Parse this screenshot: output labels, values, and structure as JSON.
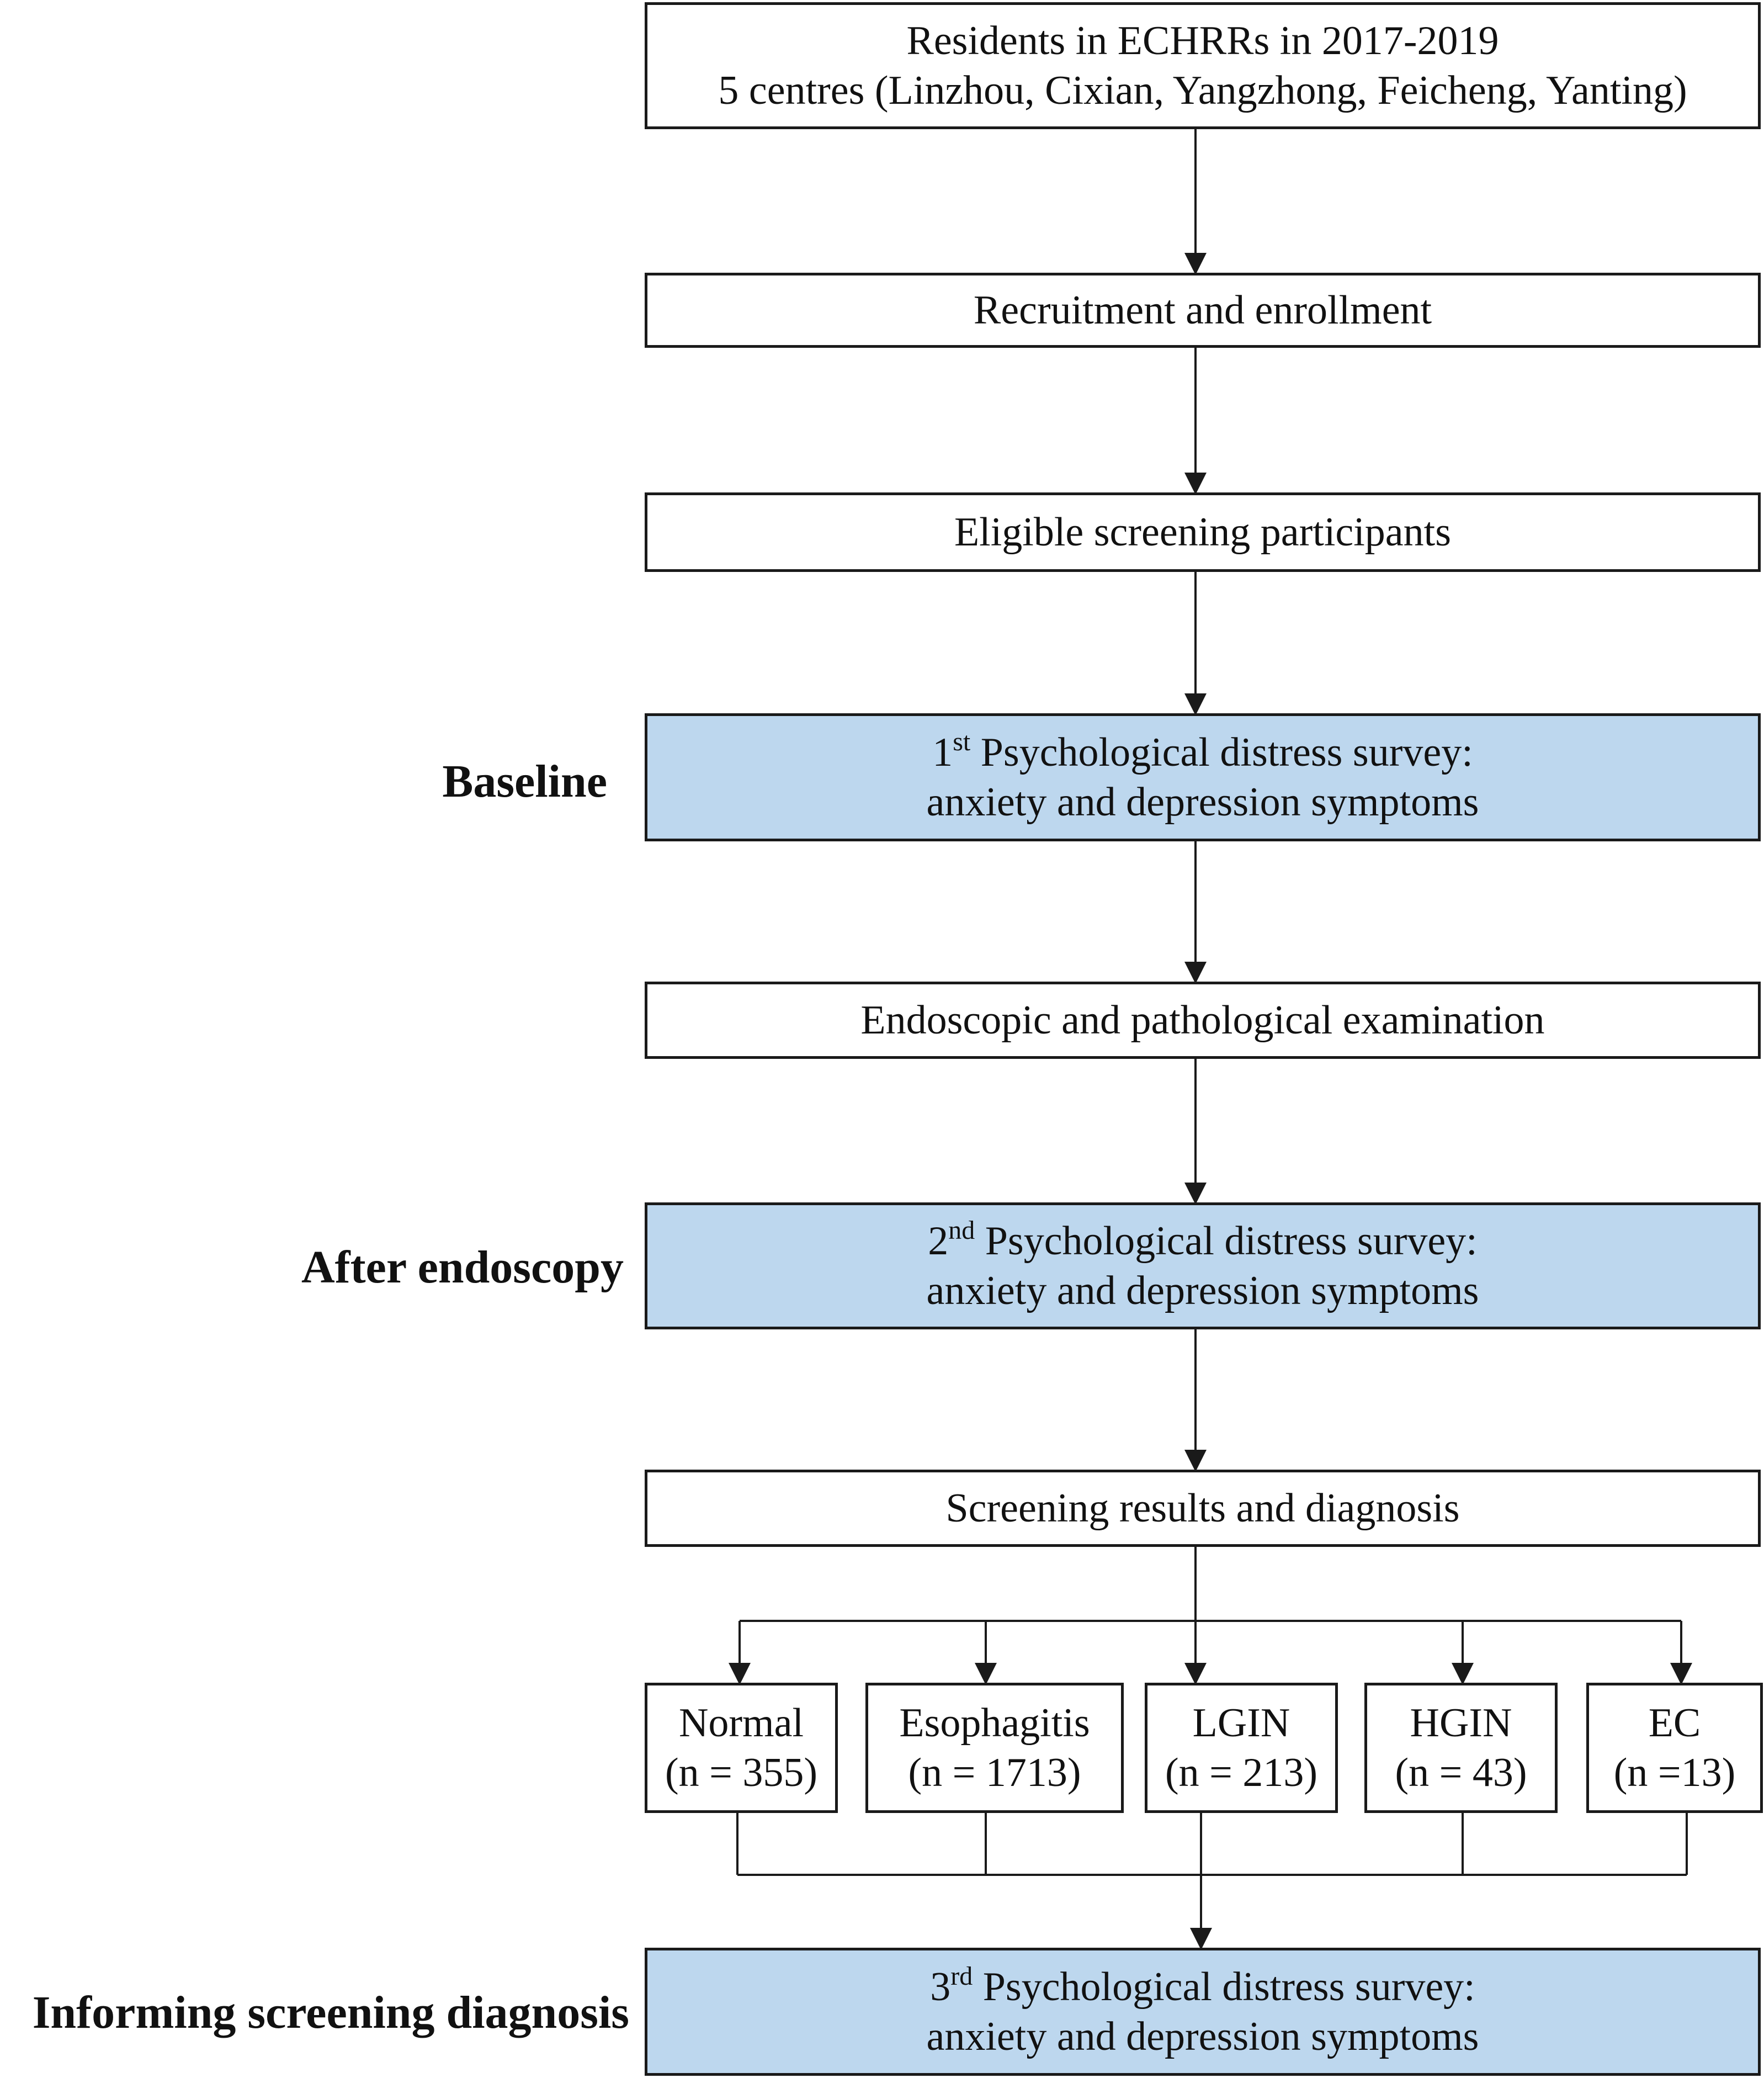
{
  "flow": {
    "residents": {
      "line1": "Residents in ECHRRs in 2017-2019",
      "line2": "5 centres (Linzhou, Cixian, Yangzhong, Feicheng, Yanting)"
    },
    "recruitment": "Recruitment and enrollment",
    "eligible": "Eligible screening participants",
    "survey1": {
      "ordinal_num": "1",
      "ordinal_sup": "st",
      "title": " Psychological distress survey:",
      "subtitle": "anxiety and depression symptoms"
    },
    "endoscopic": "Endoscopic and pathological examination",
    "survey2": {
      "ordinal_num": "2",
      "ordinal_sup": "nd",
      "title": " Psychological distress survey:",
      "subtitle": "anxiety and depression symptoms"
    },
    "results": "Screening results and diagnosis",
    "groups": [
      {
        "name": "Normal",
        "n": "(n = 355)"
      },
      {
        "name": "Esophagitis",
        "n": "(n = 1713)"
      },
      {
        "name": "LGIN",
        "n": "(n = 213)"
      },
      {
        "name": "HGIN",
        "n": "(n = 43)"
      },
      {
        "name": "EC",
        "n": "(n =13)"
      }
    ],
    "survey3": {
      "ordinal_num": "3",
      "ordinal_sup": "rd",
      "title": " Psychological distress survey:",
      "subtitle": "anxiety and depression symptoms"
    }
  },
  "stages": {
    "baseline": "Baseline",
    "after_endoscopy": "After endoscopy",
    "informing": "Informing screening diagnosis"
  },
  "colors": {
    "survey_fill": "#bdd7ee",
    "border": "#1a1a1a"
  }
}
